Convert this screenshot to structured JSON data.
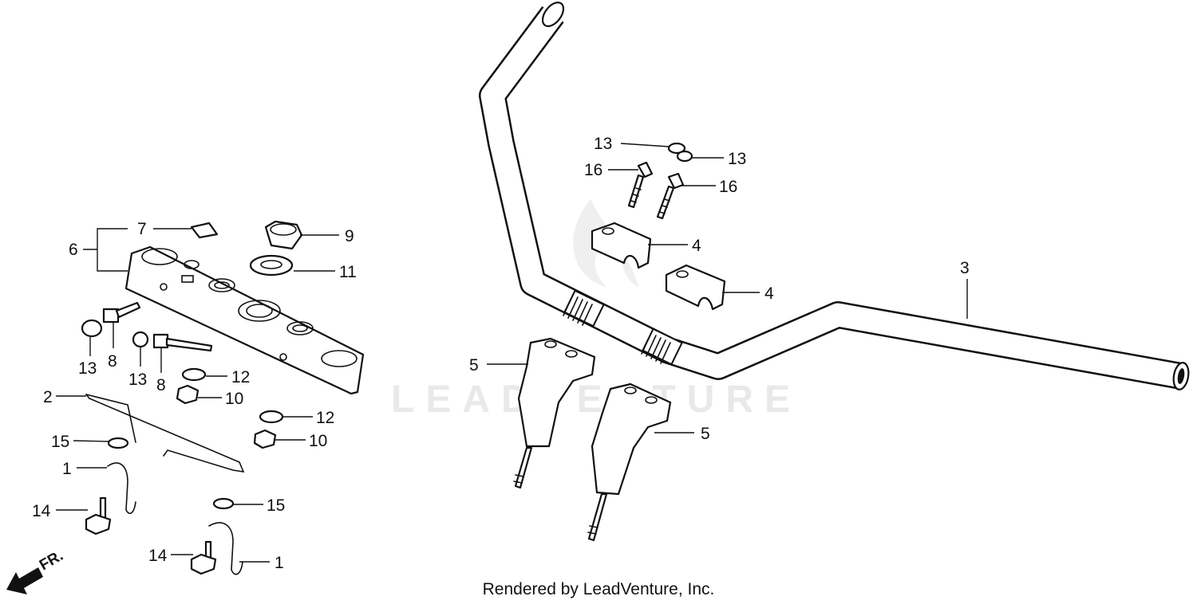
{
  "watermark": {
    "brand": "LEADVENTURE"
  },
  "credit": "Rendered by LeadVenture, Inc.",
  "front_indicator": "FR.",
  "callouts": {
    "c1a": "1",
    "c1b": "1",
    "c2": "2",
    "c3": "3",
    "c4a": "4",
    "c4b": "4",
    "c5a": "5",
    "c5b": "5",
    "c6": "6",
    "c7": "7",
    "c8a": "8",
    "c8b": "8",
    "c9": "9",
    "c10a": "10",
    "c10b": "10",
    "c11": "11",
    "c12a": "12",
    "c12b": "12",
    "c13a": "13",
    "c13b": "13",
    "c13c": "13",
    "c13d": "13",
    "c14a": "14",
    "c14b": "14",
    "c15a": "15",
    "c15b": "15",
    "c16a": "16",
    "c16b": "16"
  }
}
